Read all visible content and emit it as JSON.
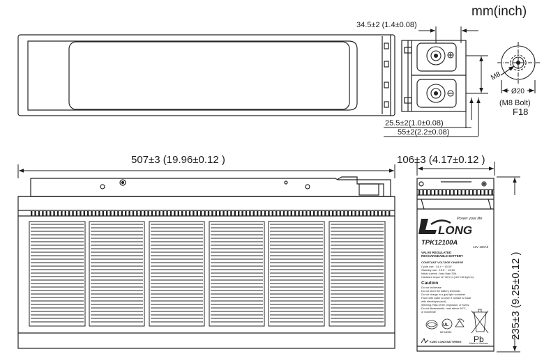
{
  "unit_label": "mm(inch)",
  "top_view": {
    "dim_terminal_width": "34.5±2 (1.4±0.08)",
    "dim_terminal_offset": "25.5±2(1.0±0.08)",
    "dim_terminal_pitch": "55±2(2.2±0.08)"
  },
  "terminal_detail": {
    "bolt_size": "M8",
    "diameter": "Ø20",
    "bolt_note": "(M8 Bolt)",
    "terminal_code": "F18"
  },
  "front_view": {
    "dim_length": "507±3 (19.96±0.12 )"
  },
  "side_view": {
    "dim_width": "106±3 (4.17±0.12 )",
    "dim_height": "235±3 (9.25±0.12 )"
  },
  "label": {
    "slogan": "Power your life",
    "brand": "LONG",
    "model": "TPK12100A",
    "rating": "12V 100Ah",
    "type_line1": "VALVE REGULATED",
    "type_line2": "RECHARGEABLE BATTERY",
    "charge_header": "CONSTANT VOLTAGE CHARGE",
    "cycle_use": "Cycle use : 14.4 ~ 15.0V",
    "standby_use": "Standby use : 13.5 ~ 13.8V",
    "initial_current": "Initial current : less than 30A",
    "hardware_torque": "Hardware torque 12~15 N·m (120~150 kgf·cm)",
    "caution": "Caution",
    "warning_lines": [
      "Do not incinerate",
      "Do not short the battery terminals",
      "Do not charge in a gas tight container",
      "Flush with water at once if contact is made",
      "with electrolyte (acid)",
      "Warning: Risk of fire, explosion, or burns.",
      "Do not disassemble, heat above 60°C,",
      "or incinerate"
    ],
    "ul_mark": "UL",
    "ul_code": "MH18952",
    "recycle_symbol": "Pb",
    "company": "KUNG LONG BATTERIES",
    "origin": "Made in Vietnam"
  }
}
